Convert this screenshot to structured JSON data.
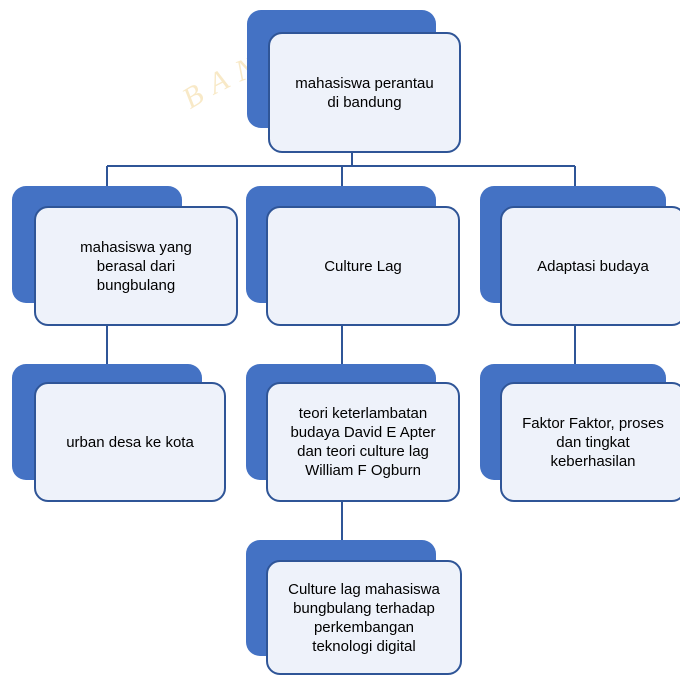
{
  "diagram": {
    "watermark": "BANDUNG",
    "root": {
      "label": "mahasiswa perantau\ndi bandung"
    },
    "branches": [
      {
        "label": "mahasiswa yang\nberasal dari\nbungbulang"
      },
      {
        "label": "Culture Lag"
      },
      {
        "label": "Adaptasi budaya"
      }
    ],
    "children": [
      {
        "label": "urban desa ke kota"
      },
      {
        "label": "teori keterlambatan\nbudaya David E Apter\ndan teori culture lag\nWilliam F Ogburn"
      },
      {
        "label": "Faktor Faktor, proses\ndan tingkat\nkeberhasilan"
      }
    ],
    "grandchild": {
      "label": "Culture lag mahasiswa\nbungbulang terhadap\nperkembangan\nteknologi digital"
    }
  },
  "colors": {
    "node_back": "#4472c4",
    "node_front": "#eef2fa",
    "node_border": "#2f5597",
    "connector": "#2f5597",
    "watermark": "#e8b23a"
  }
}
